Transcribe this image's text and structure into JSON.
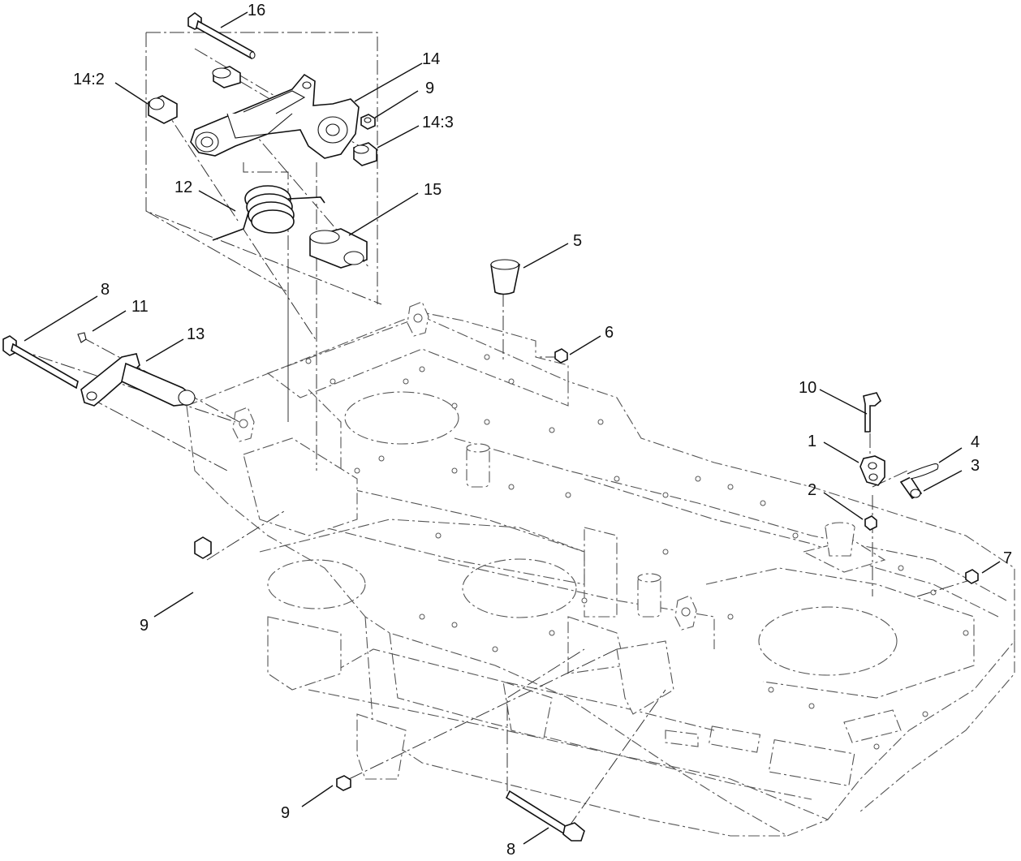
{
  "callouts": [
    {
      "id": "c16",
      "text": "16"
    },
    {
      "id": "c14",
      "text": "14"
    },
    {
      "id": "c14_2",
      "text": "14:2"
    },
    {
      "id": "c9a",
      "text": "9"
    },
    {
      "id": "c14_3",
      "text": "14:3"
    },
    {
      "id": "c12",
      "text": "12"
    },
    {
      "id": "c15",
      "text": "15"
    },
    {
      "id": "c5",
      "text": "5"
    },
    {
      "id": "c6",
      "text": "6"
    },
    {
      "id": "c8a",
      "text": "8"
    },
    {
      "id": "c11",
      "text": "11"
    },
    {
      "id": "c13",
      "text": "13"
    },
    {
      "id": "c10",
      "text": "10"
    },
    {
      "id": "c1",
      "text": "1"
    },
    {
      "id": "c4",
      "text": "4"
    },
    {
      "id": "c3",
      "text": "3"
    },
    {
      "id": "c2",
      "text": "2"
    },
    {
      "id": "c7",
      "text": "7"
    },
    {
      "id": "c9b",
      "text": "9"
    },
    {
      "id": "c9c",
      "text": "9"
    },
    {
      "id": "c8b",
      "text": "8"
    }
  ],
  "parts": {
    "pivot_arm": "pivot-arm",
    "spring": "torsion-spring",
    "spacer": "spacer-tube",
    "bushing": "bushing",
    "bolt": "bolt",
    "nut": "flange-nut",
    "deck": "mower-deck",
    "bumper": "rubber-bumper",
    "pin": "pin",
    "latch": "latch-bracket",
    "grease": "grease-fitting",
    "idler_arm": "idler-arm"
  }
}
